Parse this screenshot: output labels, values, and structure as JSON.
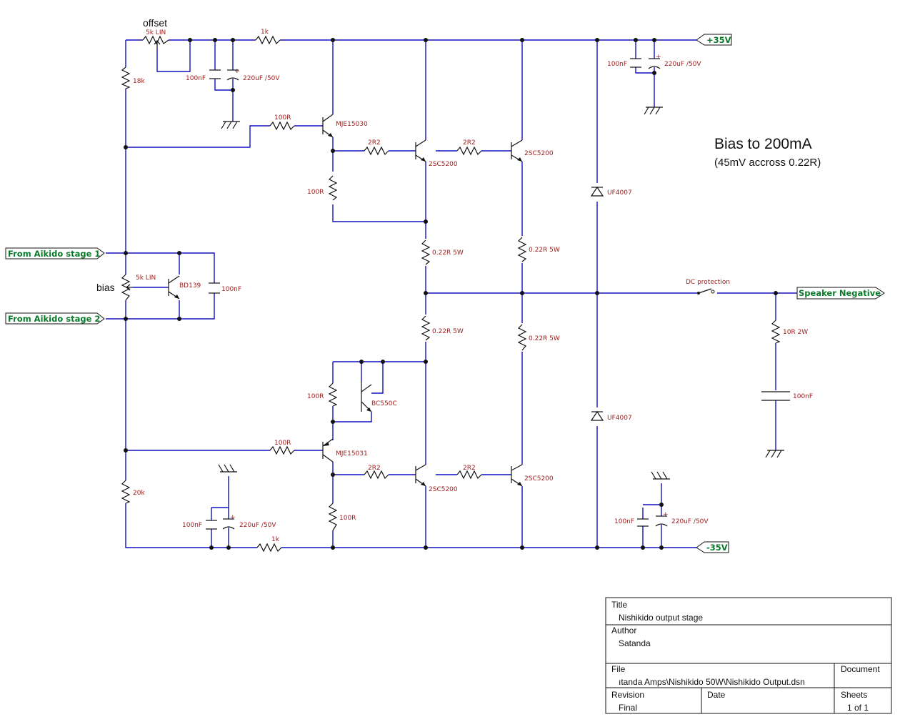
{
  "annotations": {
    "title": "Bias to 200mA",
    "subtitle": "(45mV accross 0.22R)",
    "offset": "offset",
    "bias": "bias"
  },
  "ports": {
    "vplus": "+35V",
    "vminus": "-35V",
    "in1": "From Aikido stage 1",
    "in2": "From Aikido stage 2",
    "spk": "Speaker Negative"
  },
  "labels": {
    "pot_offset": "5k LIN",
    "r_top_1k": "1k",
    "r_18k": "18k",
    "c_top_100n": "100nF",
    "c_top_220u": "220uF /50V",
    "r_100r_top": "100R",
    "q_mje15030": "MJE15030",
    "r_2r2_a": "2R2",
    "r_2r2_b": "2R2",
    "q_2sc5200_a": "2SC5200",
    "q_2sc5200_b": "2SC5200",
    "r_100r_e_top": "100R",
    "r_022_a": "0.22R 5W",
    "r_022_b": "0.22R 5W",
    "r_022_c": "0.22R 5W",
    "r_022_d": "0.22R 5W",
    "d_top": "UF4007",
    "d_bot": "UF4007",
    "c_rt_100n": "100nF",
    "c_rt_220u": "220uF /50V",
    "pot_bias": "5k LIN",
    "q_bd139": "BD139",
    "c_bias": "100nF",
    "dc_prot": "DC protection",
    "r_10r": "10R 2W",
    "c_zobel": "100nF",
    "r_100r_bc": "100R",
    "q_bc550": "BC550C",
    "r_100r_bot": "100R",
    "q_mje15031": "MJE15031",
    "r_2r2_c": "2R2",
    "r_2r2_d": "2R2",
    "q_2sc5200_c": "2SC5200",
    "q_2sc5200_d": "2SC5200",
    "r_100r_e_bot": "100R",
    "r_20k": "20k",
    "c_bot_100n": "100nF",
    "c_bot_220u": "220uF /50V",
    "r_bot_1k": "1k",
    "c_rb_100n": "100nF",
    "c_rb_220u": "220uF /50V"
  },
  "titleblock": {
    "title_label": "Title",
    "title_value": "Nishikido output stage",
    "author_label": "Author",
    "author_value": "Satanda",
    "file_label": "File",
    "file_value": "ıtanda Amps\\Nishikido 50W\\Nishikido Output.dsn",
    "document_label": "Document",
    "revision_label": "Revision",
    "revision_value": "Final",
    "date_label": "Date",
    "sheets_label": "Sheets",
    "sheets_value": "1 of 1"
  }
}
